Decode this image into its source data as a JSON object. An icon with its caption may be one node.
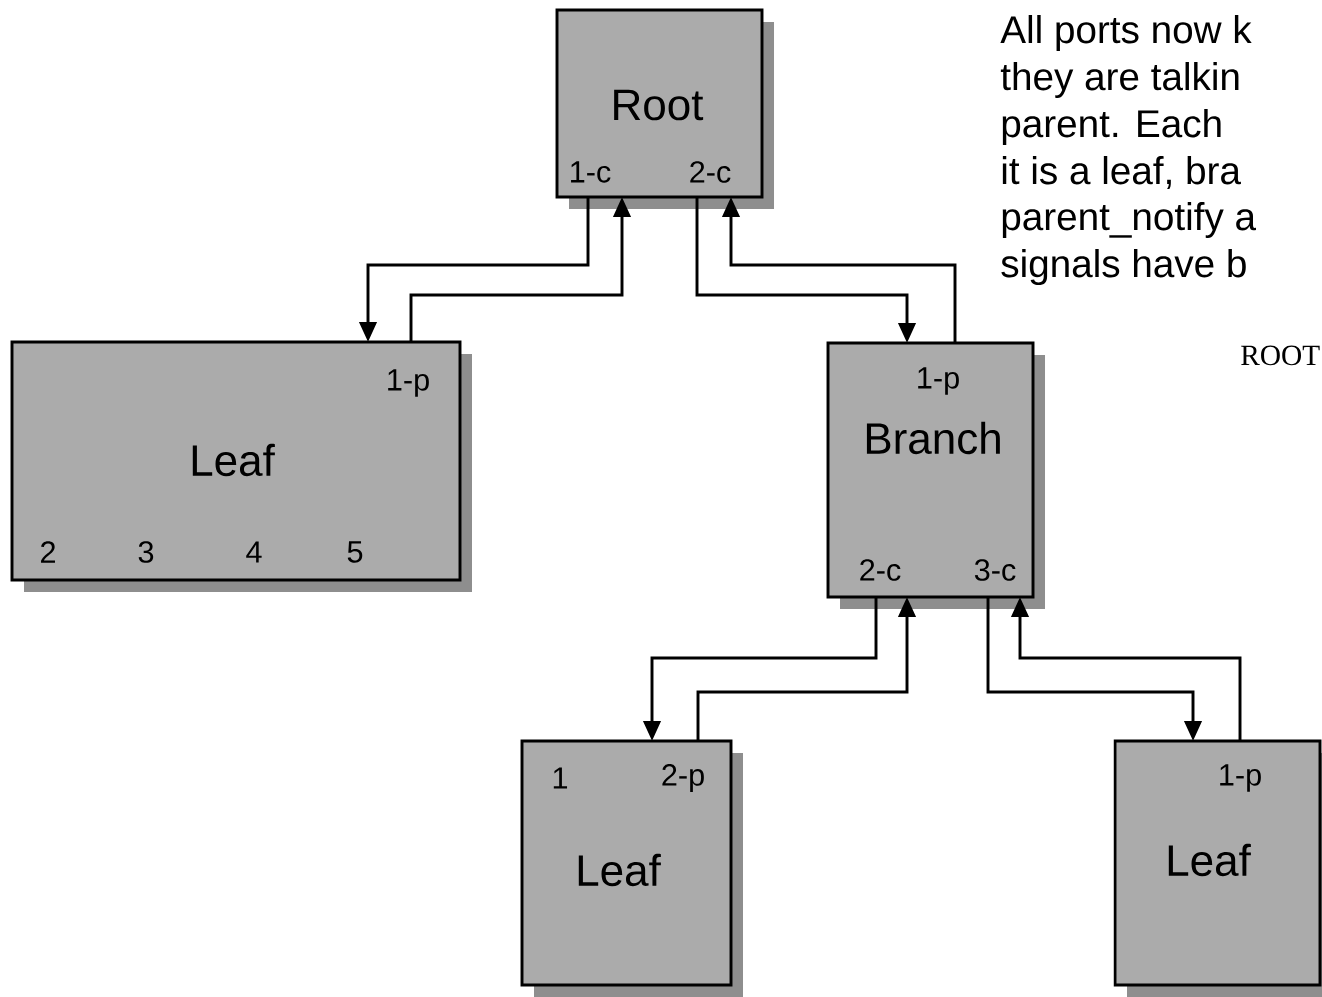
{
  "diagram": {
    "nodes": [
      {
        "text": [
          "Root",
          "1-c",
          "2-c"
        ]
      },
      {
        "text": [
          "1-p",
          "Leaf",
          "2",
          "3",
          "4",
          "5"
        ]
      },
      {
        "text": [
          "1-p",
          "Branch",
          "2-c",
          "3-c"
        ]
      },
      {
        "text": [
          "1",
          "2-p",
          "Leaf"
        ]
      },
      {
        "text": [
          "1-p",
          "Leaf"
        ]
      }
    ],
    "edges": [
      {
        "from": 0,
        "to": 1,
        "arrow": "to"
      },
      {
        "from": 1,
        "to": 0,
        "arrow": "to"
      },
      {
        "from": 0,
        "to": 2,
        "arrow": "to"
      },
      {
        "from": 2,
        "to": 0,
        "arrow": "to"
      },
      {
        "from": 2,
        "to": 3,
        "arrow": "to"
      },
      {
        "from": 3,
        "to": 2,
        "arrow": "to"
      },
      {
        "from": 2,
        "to": 4,
        "arrow": "to"
      },
      {
        "from": 4,
        "to": 2,
        "arrow": "to"
      }
    ],
    "labels": [
      "All ports now k",
      "they are talkin",
      "parent.  Each",
      "it is a leaf, bra",
      "parent_notify a",
      "signals have b",
      "ROOT"
    ]
  }
}
